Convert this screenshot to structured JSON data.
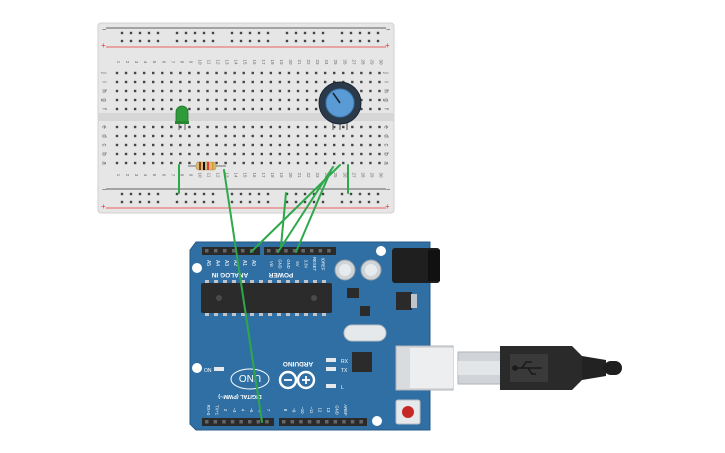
{
  "breadboard": {
    "row_letters_top": [
      "j",
      "i",
      "h",
      "g",
      "f"
    ],
    "row_letters_bottom": [
      "e",
      "d",
      "c",
      "b",
      "a"
    ],
    "column_numbers": [
      "1",
      "2",
      "3",
      "4",
      "5",
      "6",
      "7",
      "8",
      "9",
      "10",
      "11",
      "12",
      "13",
      "14",
      "15",
      "16",
      "17",
      "18",
      "19",
      "20",
      "21",
      "22",
      "23",
      "24",
      "25",
      "26",
      "27",
      "28",
      "29",
      "30"
    ],
    "rail_minus": "−",
    "rail_plus": "+",
    "colors": {
      "body": "#e6e6e6",
      "hole": "#444444",
      "rail_red": "#e53935",
      "rail_black": "#333333"
    }
  },
  "components": {
    "led_color": "#2e9b3a",
    "potentiometer_knob_color": "#5b9bd5",
    "resistor_body_color": "#d9b97a"
  },
  "arduino": {
    "board_color": "#2f6fa3",
    "analog_in_label": "ANALOG IN",
    "power_label": "POWER",
    "analog_pins": [
      "A5",
      "A4",
      "A3",
      "A2",
      "A1",
      "A0"
    ],
    "power_pins": [
      "Vin",
      "GND",
      "GND",
      "5V",
      "3.3V",
      "RESET",
      "IOREF"
    ],
    "digital_label": "DIGITAL (PWM~)",
    "digital_pins": [
      "RX+0",
      "TX+1",
      "2",
      "~3",
      "4",
      "~5",
      "~6",
      "7",
      "8",
      "~9",
      "~10",
      "~11",
      "12",
      "13",
      "GND",
      "AREF"
    ],
    "brand": "ARDUINO",
    "model": "UNO",
    "on_label": "ON",
    "rx_label": "RX",
    "tx_label": "TX",
    "l_label": "L"
  },
  "wires": {
    "color": "#2ea84a"
  }
}
